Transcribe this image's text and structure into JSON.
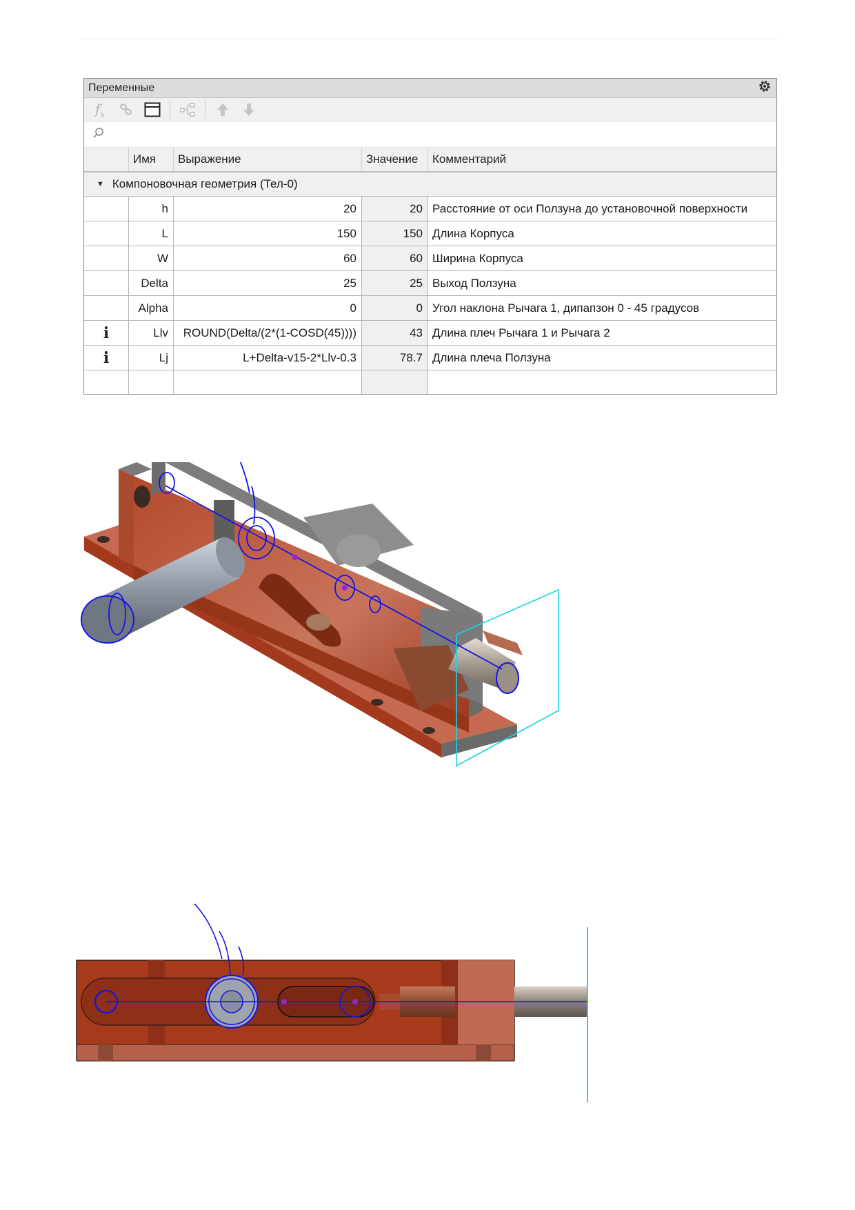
{
  "panel": {
    "title": "Переменные",
    "toolbar_icons": [
      "fx-icon",
      "link-icon",
      "table-icon",
      "tree-icon",
      "arrow-up-icon",
      "arrow-down-icon"
    ],
    "columns": {
      "name": "Имя",
      "expression": "Выражение",
      "value": "Значение",
      "comment": "Комментарий"
    },
    "group": "Компоновочная геометрия (Тел-0)",
    "rows": [
      {
        "info": "",
        "name": "h",
        "expression": "20",
        "value": "20",
        "comment": "Расстояние от оси Ползуна до установочной поверхности"
      },
      {
        "info": "",
        "name": "L",
        "expression": "150",
        "value": "150",
        "comment": "Длина Корпуса"
      },
      {
        "info": "",
        "name": "W",
        "expression": "60",
        "value": "60",
        "comment": "Ширина Корпуса"
      },
      {
        "info": "",
        "name": "Delta",
        "expression": "25",
        "value": "25",
        "comment": "Выход Ползуна"
      },
      {
        "info": "",
        "name": "Alpha",
        "expression": "0",
        "value": "0",
        "comment": "Угол наклона Рычага 1, дипапзон 0 - 45 градусов"
      },
      {
        "info": "i",
        "name": "Llv",
        "expression": "ROUND(Delta/(2*(1-COSD(45))))",
        "value": "43",
        "comment": "Длина плеч Рычага 1 и Рычага 2"
      },
      {
        "info": "i",
        "name": "Lj",
        "expression": "L+Delta-v15-2*Llv-0.3",
        "value": "78.7",
        "comment": "Длина плеча Ползуна"
      }
    ]
  },
  "colors": {
    "body_red": "#a8391c",
    "body_light": "#c9735a",
    "gray": "#6e6e6e",
    "sketch_blue": "#1414e6",
    "plane_cyan": "#18d4e6",
    "point_purple": "#9b1fe0"
  }
}
